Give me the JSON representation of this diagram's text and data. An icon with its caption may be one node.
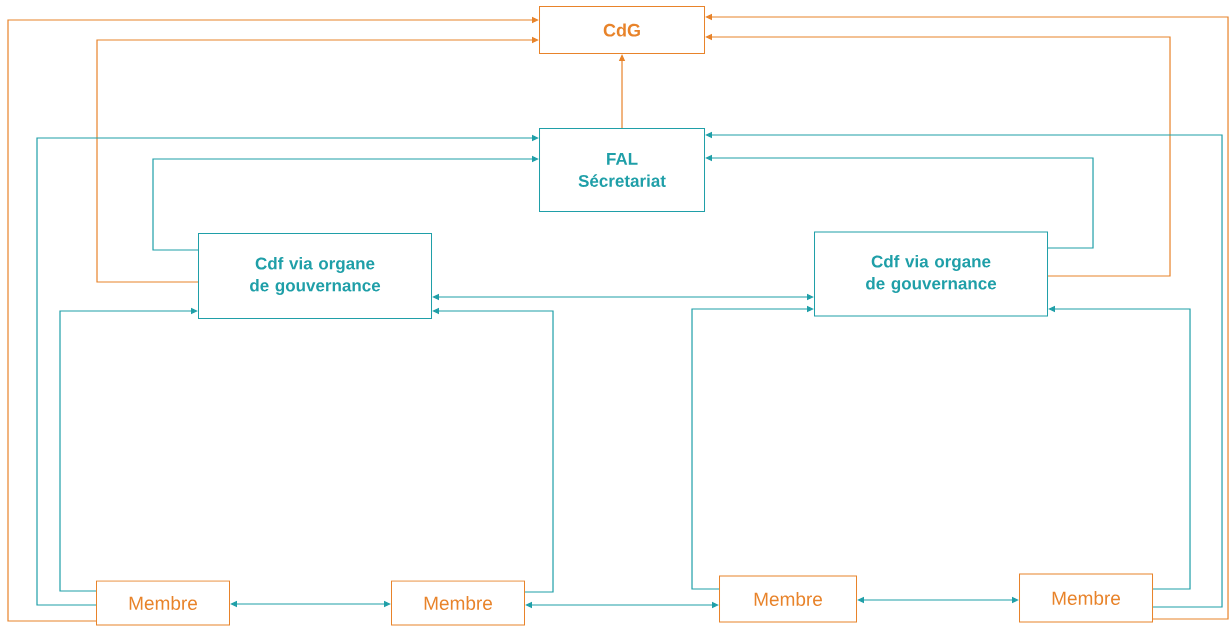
{
  "diagram": {
    "nodes": [
      {
        "text": [
          "CdG"
        ]
      },
      {
        "text": [
          "FAL Sécretariat"
        ]
      },
      {
        "text": [
          "Cdf via organe de gouvernance"
        ]
      },
      {
        "text": [
          "Cdf via organe de gouvernance"
        ]
      },
      {
        "text": [
          "Membre"
        ]
      },
      {
        "text": [
          "Membre"
        ]
      },
      {
        "text": [
          "Membre"
        ]
      },
      {
        "text": [
          "Membre"
        ]
      }
    ],
    "edges": [
      {
        "from": 1,
        "to": 0,
        "arrow": "to",
        "color": "#e8832a"
      },
      {
        "from": 4,
        "to": 0,
        "arrow": "to",
        "color": "#e8832a"
      },
      {
        "from": 2,
        "to": 0,
        "arrow": "to",
        "color": "#e8832a"
      },
      {
        "from": 7,
        "to": 0,
        "arrow": "to",
        "color": "#e8832a"
      },
      {
        "from": 3,
        "to": 0,
        "arrow": "to",
        "color": "#e8832a"
      },
      {
        "from": 4,
        "to": 1,
        "arrow": "to"
      },
      {
        "from": 2,
        "to": 1,
        "arrow": "to"
      },
      {
        "from": 7,
        "to": 1,
        "arrow": "to"
      },
      {
        "from": 3,
        "to": 1,
        "arrow": "to"
      },
      {
        "from": 2,
        "to": 3,
        "arrow": "both"
      },
      {
        "from": 4,
        "to": 2,
        "arrow": "to"
      },
      {
        "from": 5,
        "to": 2,
        "arrow": "to"
      },
      {
        "from": 6,
        "to": 3,
        "arrow": "to"
      },
      {
        "from": 7,
        "to": 3,
        "arrow": "to"
      },
      {
        "from": 4,
        "to": 5,
        "arrow": "both"
      },
      {
        "from": 5,
        "to": 6,
        "arrow": "both"
      },
      {
        "from": 6,
        "to": 7,
        "arrow": "both"
      }
    ]
  }
}
